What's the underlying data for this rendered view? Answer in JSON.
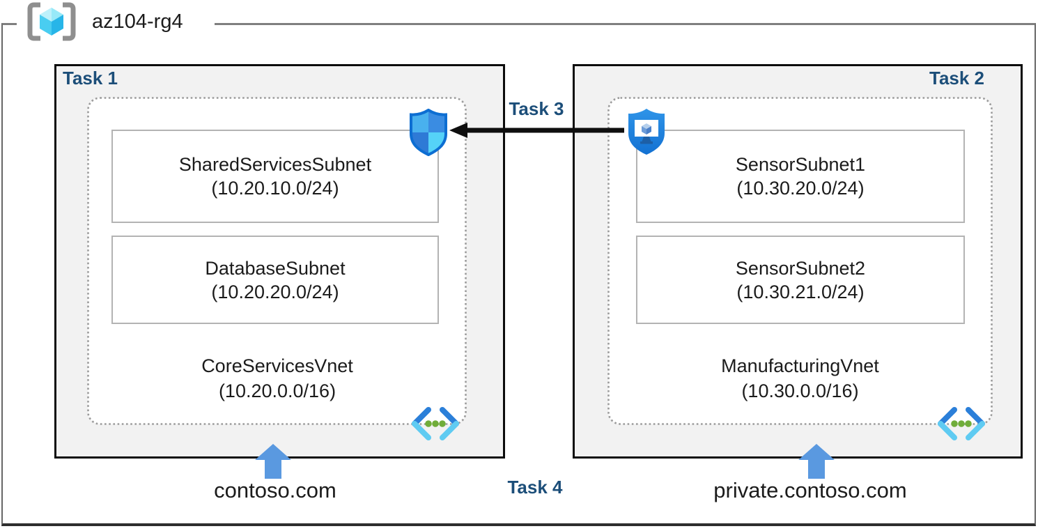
{
  "header": {
    "resource_group": "az104-rg4"
  },
  "vnets": {
    "left": {
      "task": "Task 1",
      "subnets": [
        {
          "name": "SharedServicesSubnet",
          "cidr": "(10.20.10.0/24)"
        },
        {
          "name": "DatabaseSubnet",
          "cidr": "(10.20.20.0/24)"
        }
      ],
      "name": "CoreServicesVnet",
      "cidr": "(10.20.0.0/16)",
      "dns": "contoso.com"
    },
    "right": {
      "task": "Task 2",
      "subnets": [
        {
          "name": "SensorSubnet1",
          "cidr": "(10.30.20.0/24)"
        },
        {
          "name": "SensorSubnet2",
          "cidr": "(10.30.21.0/24)"
        }
      ],
      "name": "ManufacturingVnet",
      "cidr": "(10.30.0.0/16)",
      "dns": "private.contoso.com"
    }
  },
  "labels": {
    "task3": "Task 3",
    "task4": "Task 4"
  },
  "icons": {
    "resource_group": "resource-group-icon",
    "left_shield": "network-security-shield-icon",
    "right_shield": "bastion-monitor-shield-icon",
    "vnet": "virtual-network-icon",
    "dns_pointer": "up-arrow-icon",
    "peering": "left-arrow-icon"
  },
  "colors": {
    "task_label": "#1C4E79",
    "box_background": "#F2F2F2",
    "dns_arrow_blue": "#5A99E0",
    "shield_blue": "#0D6ED2",
    "vnet_dot_green": "#70AD3A"
  }
}
